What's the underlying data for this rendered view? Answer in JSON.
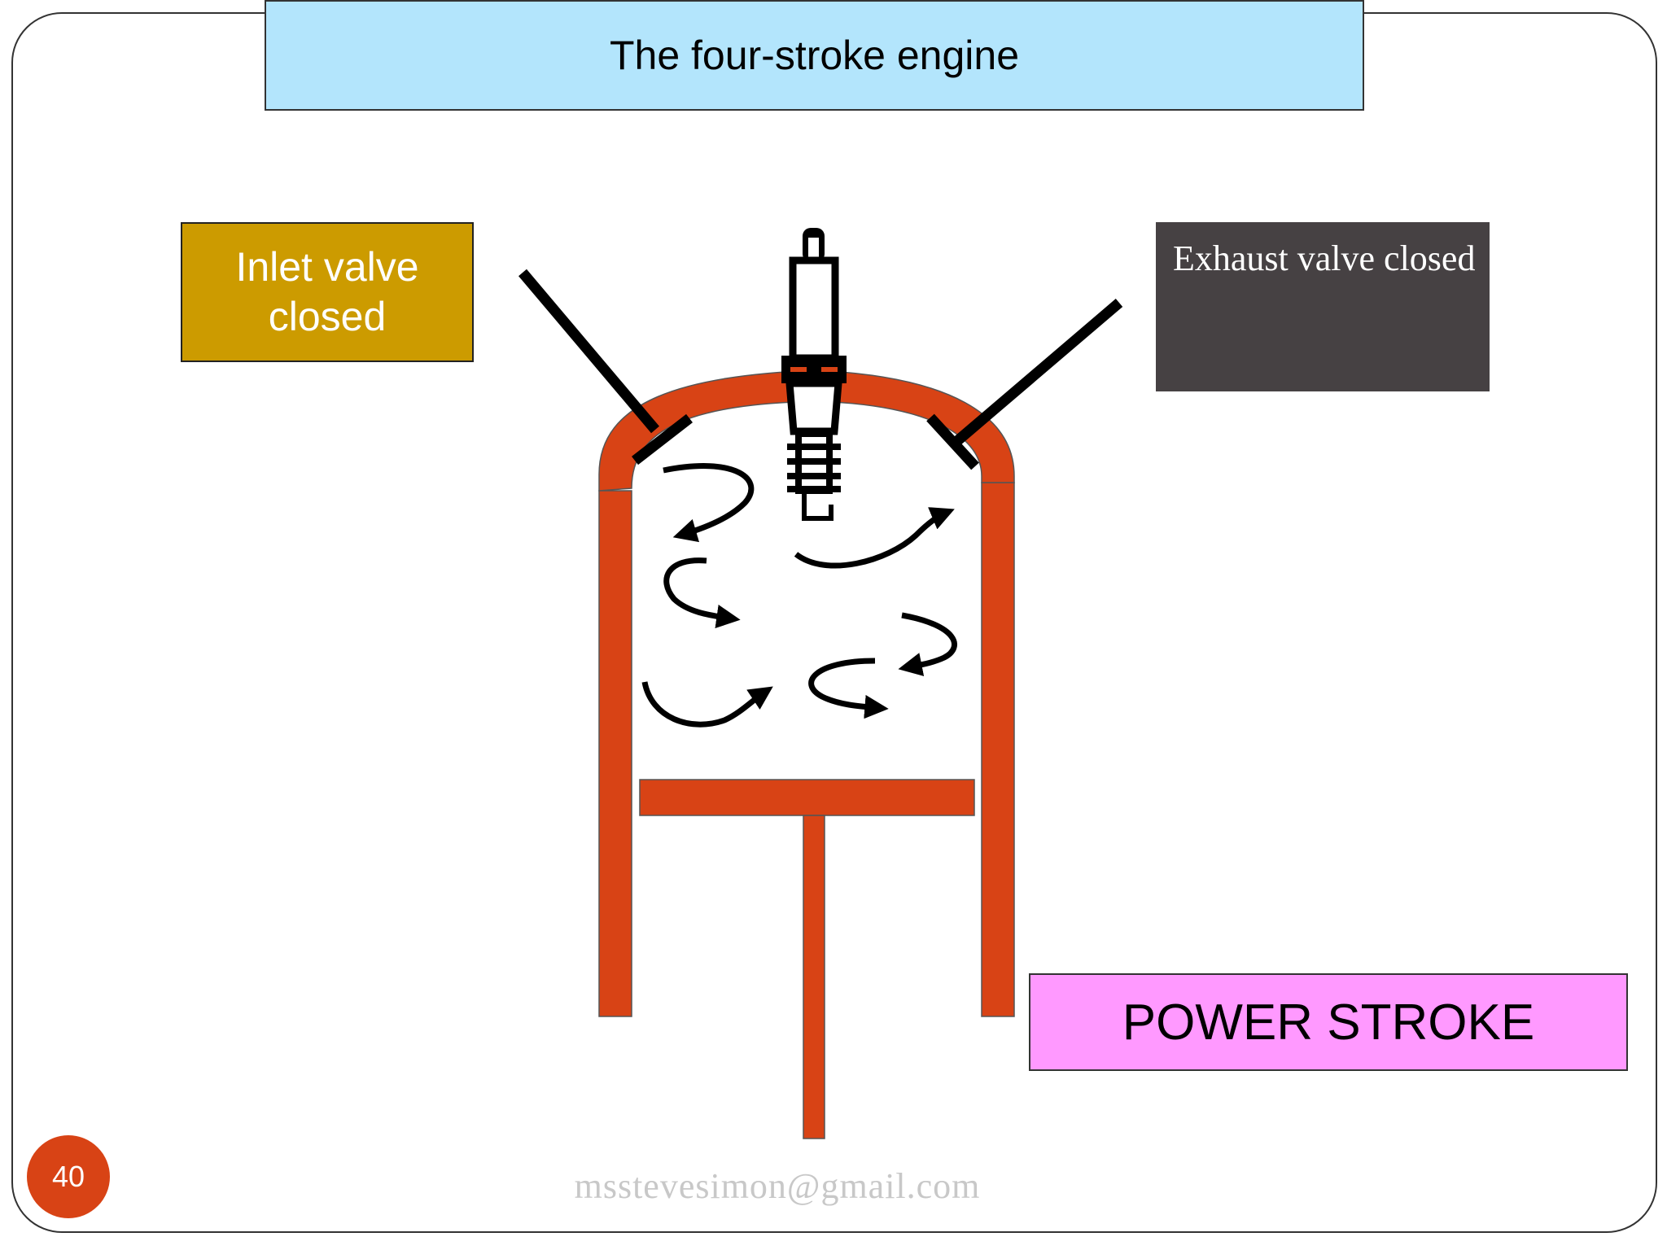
{
  "slide": {
    "title": "The four-stroke engine",
    "page_number": "40",
    "footer_email": "msstevesimon@gmail.com"
  },
  "labels": {
    "inlet_valve": "Inlet valve closed",
    "exhaust_valve": "Exhaust valve closed",
    "stroke": "POWER STROKE"
  },
  "colors": {
    "title_bg": "#b3e5fc",
    "inlet_bg": "#cc9b00",
    "exhaust_bg": "#464143",
    "stroke_bg": "#ff99ff",
    "cylinder": "#d84315",
    "badge": "#d84315"
  },
  "icons": {
    "spark_plug": "spark-plug-icon",
    "swirl": "swirl-arrow-icon"
  }
}
